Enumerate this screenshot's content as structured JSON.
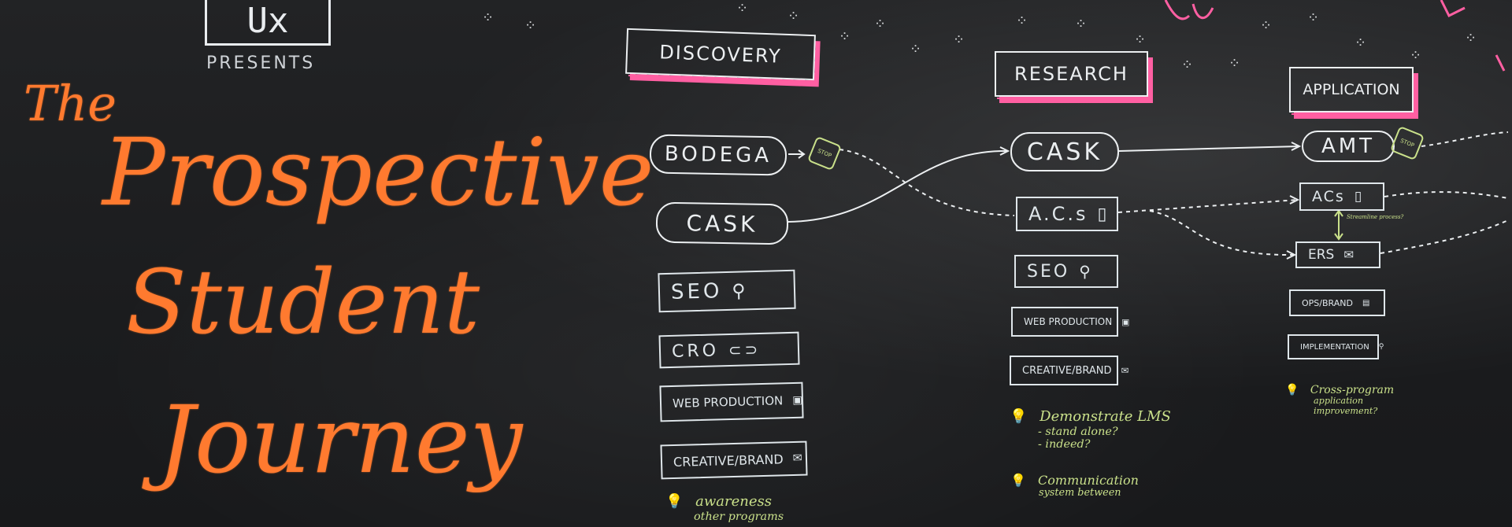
{
  "logo": {
    "text": "Ux",
    "presents": "PRESENTS"
  },
  "title": {
    "line1": "The",
    "line2": "Prospective",
    "line3": "Student",
    "line4": "Journey"
  },
  "stages": [
    "DISCOVERY",
    "RESEARCH",
    "APPLICATION"
  ],
  "discovery": {
    "pills": [
      "BODEGA",
      "CASK"
    ],
    "boxes": [
      "SEO",
      "CRO",
      "WEB PRODUCTION",
      "CREATIVE/BRAND"
    ],
    "stop": "STOP",
    "note": "awareness",
    "note_sub": "other programs"
  },
  "research": {
    "pill": "CASK",
    "boxes": [
      "A.C.s",
      "SEO",
      "WEB PRODUCTION",
      "CREATIVE/BRAND"
    ],
    "note1": "Demonstrate LMS",
    "note1_sub1": "- stand alone?",
    "note1_sub2": "- indeed?",
    "note2": "Communication",
    "note2_sub": "system between"
  },
  "application": {
    "pill": "AMT",
    "boxes": [
      "ACs",
      "ERS",
      "OPS/BRAND",
      "IMPLEMENTATION"
    ],
    "stop": "STOP",
    "tiny_note": "Streamline process?",
    "note": "Cross-program",
    "note_sub1": "application",
    "note_sub2": "improvement?"
  },
  "icons": {
    "magnifier": "magnifier-icon",
    "go": "go-icon",
    "computer": "computer-icon",
    "envelope": "envelope-icon",
    "phone": "phone-icon",
    "lightbulb": "lightbulb-icon",
    "stop": "stop-sign-icon",
    "bubble": "bubble-doodle-icon"
  },
  "colors": {
    "chalkboard": "#1c1d1f",
    "chalk": "#eceff1",
    "title_orange": "#ff7a2f",
    "header_pink": "#ff5fa2",
    "note_green": "#c9e08a"
  }
}
